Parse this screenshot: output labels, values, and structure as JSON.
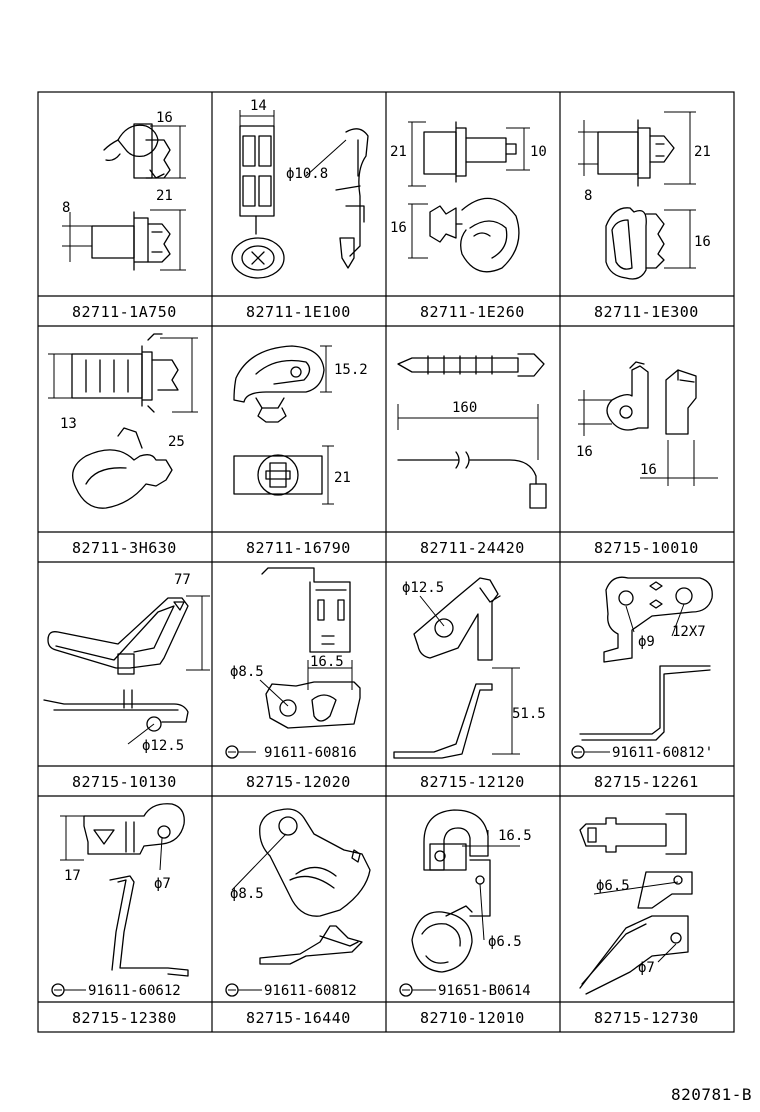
{
  "part_numbers": [
    "82711-1A750",
    "82711-1E100",
    "82711-1E260",
    "82711-1E300",
    "82711-3H630",
    "82711-16790",
    "82711-24420",
    "82715-10010",
    "82715-10130",
    "82715-12020",
    "82715-12120",
    "82715-12261",
    "82715-12380",
    "82715-16440",
    "82710-12010",
    "82715-12730"
  ],
  "dimensions": {
    "c1_16": "16",
    "c1_21": "21",
    "c1_8": "8",
    "c2_14": "14",
    "c2_phi": "ϕ10.8",
    "c3_21": "21",
    "c3_10": "10",
    "c3_16": "16",
    "c4_21": "21",
    "c4_8": "8",
    "c4_16": "16",
    "c5_13": "13",
    "c5_25": "25",
    "c6_152": "15.2",
    "c6_21": "21",
    "c7_160": "160",
    "c8_16a": "16",
    "c8_16b": "16",
    "c9_77": "77",
    "c9_phi": "ϕ12.5",
    "c10_phi": "ϕ8.5",
    "c10_165": "16.5",
    "c11_phi": "ϕ12.5",
    "c11_515": "51.5",
    "c12_phi": "ϕ9",
    "c12_slot": "12X7",
    "c13_17": "17",
    "c13_phi": "ϕ7",
    "c14_phi": "ϕ8.5",
    "c15_165": "16.5",
    "c15_phi": "ϕ6.5",
    "c16_phi1": "ϕ6.5",
    "c16_phi2": "ϕ7"
  },
  "bolt_refs": {
    "c10": "91611-60816",
    "c12": "91611-60812'",
    "c13": "91611-60612",
    "c14": "91611-60812",
    "c15": "91651-B0614"
  },
  "drawing_code": "820781-B"
}
